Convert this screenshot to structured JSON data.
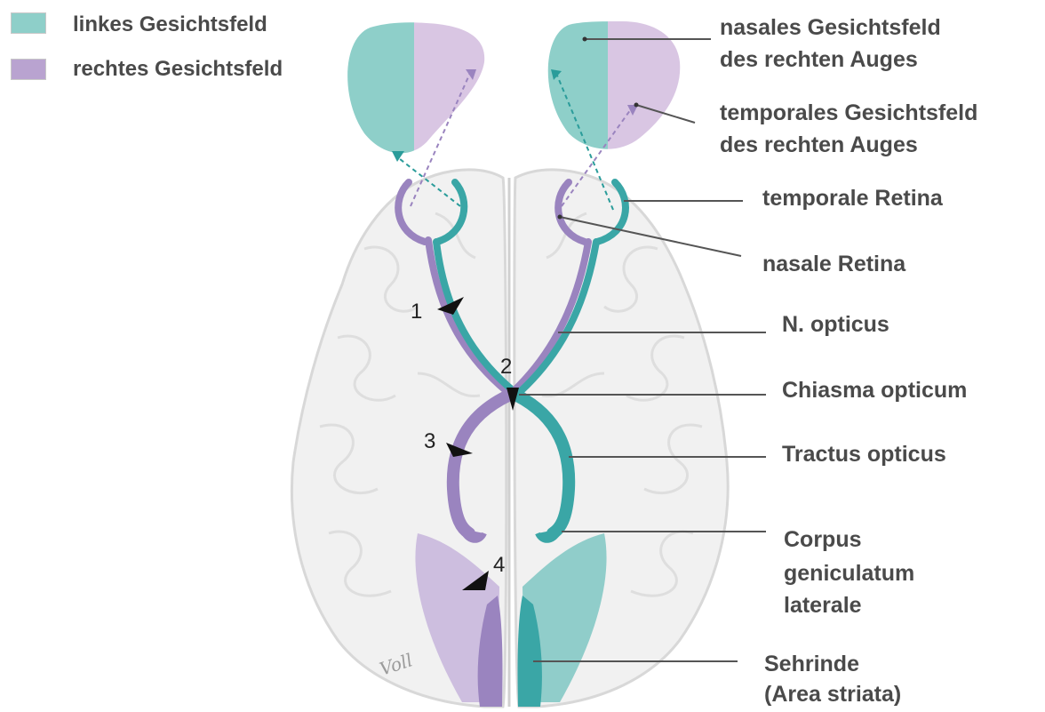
{
  "colors": {
    "left_field": "#8ecfc9",
    "right_field": "#b9a3d0",
    "teal_tract": "#3aa6a6",
    "purple_tract": "#9a84bf",
    "brain_fill": "#f2f2f2",
    "brain_stroke": "#d6d6d6",
    "label_text": "#4a4a4a",
    "leader_line": "#555555"
  },
  "legend": [
    {
      "label": "linkes Gesichtsfeld",
      "color": "#8ecfc9"
    },
    {
      "label": "rechtes Gesichtsfeld",
      "color": "#b9a3d0"
    }
  ],
  "labels": {
    "nasal_field": [
      "nasales Gesichtsfeld",
      "des rechten Auges"
    ],
    "temporal_field": [
      "temporales Gesichtsfeld",
      "des rechten Auges"
    ],
    "temporal_retina": "temporale Retina",
    "nasal_retina": "nasale Retina",
    "n_opticus": "N. opticus",
    "chiasma": "Chiasma opticum",
    "tractus": "Tractus opticus",
    "cgl": [
      "Corpus",
      "geniculatum",
      "laterale"
    ],
    "sehrinde": [
      "Sehrinde",
      "(Area striata)"
    ]
  },
  "markers": [
    "1",
    "2",
    "3",
    "4"
  ],
  "signature": "Voll"
}
